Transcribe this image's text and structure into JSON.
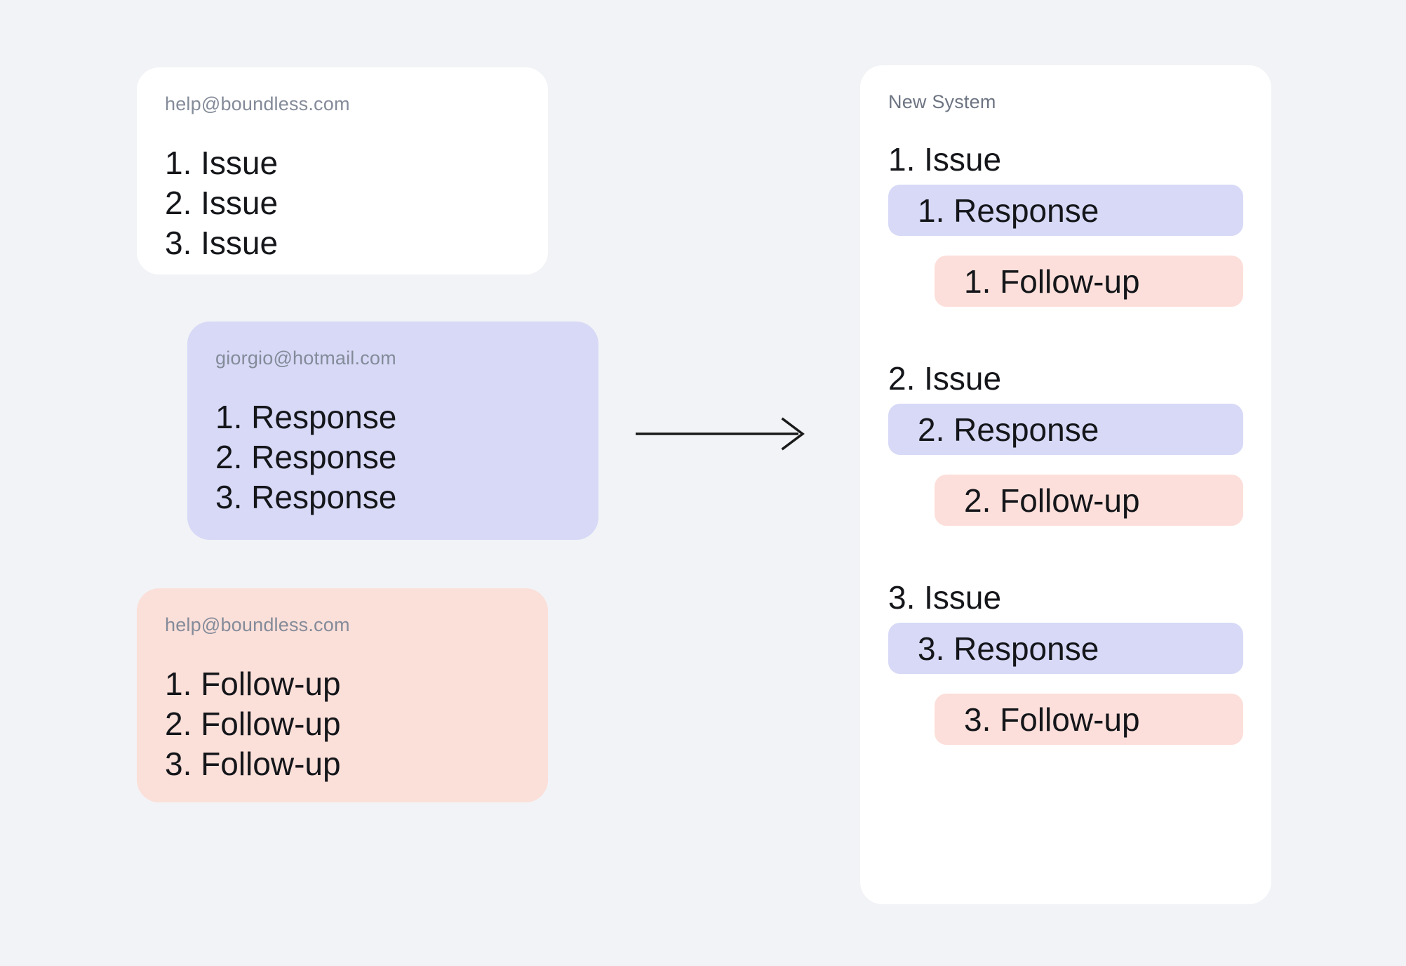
{
  "palette": {
    "page_background": "#f2f3f6",
    "card_white": "#ffffff",
    "card_lavender": "#d7d9f7",
    "card_pink": "#fbdfd9",
    "pill_lavender": "#d7d9f7",
    "pill_pink": "#fcdfda",
    "header_gray": "#848b99",
    "new_system_header_gray": "#6d7482",
    "text_black": "#14161a",
    "arrow_black": "#1a1a1a"
  },
  "cards": {
    "issues": {
      "header": "help@boundless.com",
      "items": [
        "1. Issue",
        "2. Issue",
        "3. Issue"
      ]
    },
    "responses": {
      "header": "giorgio@hotmail.com",
      "items": [
        "1. Response",
        "2. Response",
        "3. Response"
      ]
    },
    "followups": {
      "header": "help@boundless.com",
      "items": [
        "1. Follow-up",
        "2. Follow-up",
        "3. Follow-up"
      ]
    },
    "new_system": {
      "header": "New System",
      "groups": [
        {
          "issue": "1. Issue",
          "response": "1. Response",
          "followup": "1. Follow-up"
        },
        {
          "issue": "2. Issue",
          "response": "2. Response",
          "followup": "2. Follow-up"
        },
        {
          "issue": "3. Issue",
          "response": "3. Response",
          "followup": "3. Follow-up"
        }
      ]
    }
  },
  "arrow": {
    "direction": "right"
  }
}
